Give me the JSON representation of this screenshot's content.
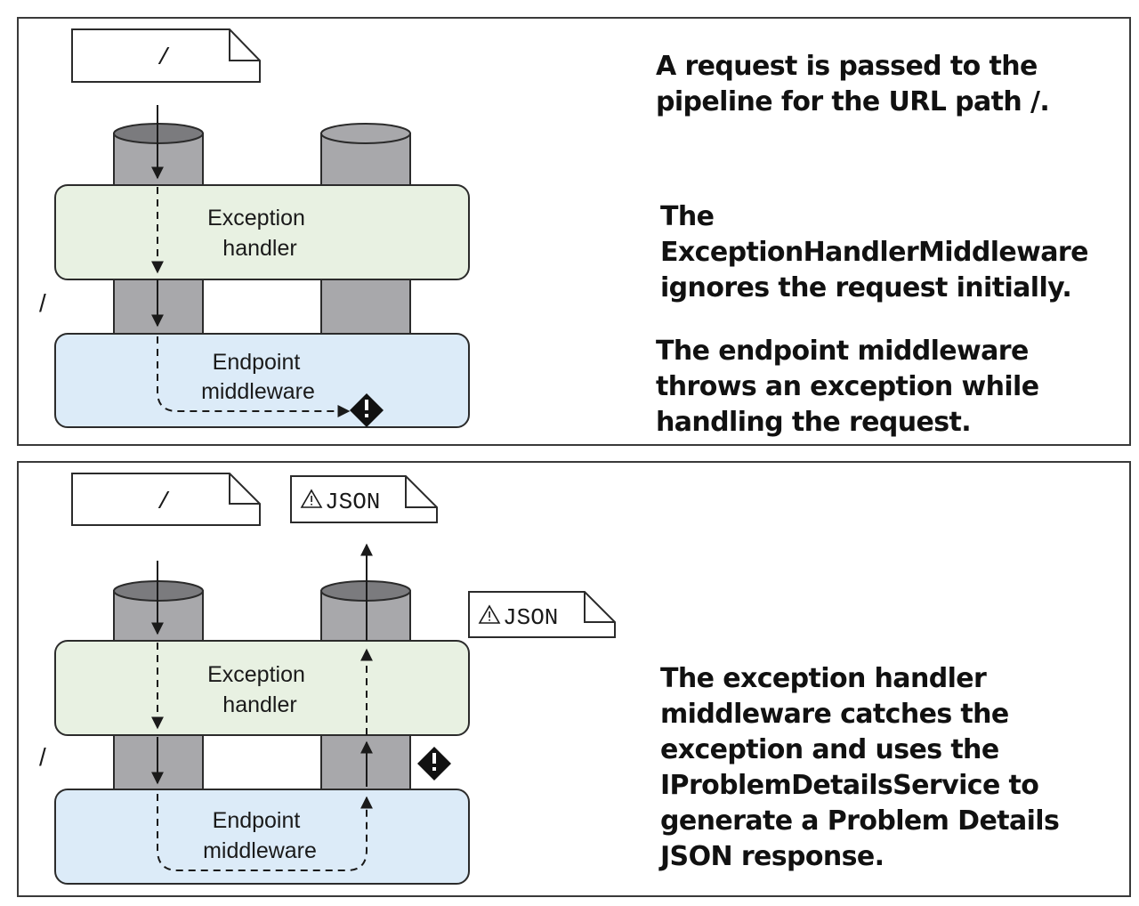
{
  "colors": {
    "exception_box": "#e8f1e2",
    "endpoint_box": "#dcebf8",
    "pipe_body": "#a8a8ab",
    "pipe_top": "#7b7b7e",
    "outline": "#2b2b2b"
  },
  "icons": {
    "exception_marker": "black-diamond-exclamation-icon",
    "json_warning": "warning-triangle-icon"
  },
  "top_panel": {
    "request_doc_label": "/",
    "side_slash": "/",
    "exception_box_line1": "Exception",
    "exception_box_line2": "handler",
    "endpoint_box_line1": "Endpoint",
    "endpoint_box_line2": "middleware",
    "callout_1": "A request is passed to the pipeline for the URL path /.",
    "callout_2": "The ExceptionHandlerMiddleware ignores the request initially.",
    "callout_3": "The endpoint middleware throws an exception while handling the request."
  },
  "bottom_panel": {
    "request_doc_label": "/",
    "json_doc_top_label": "JSON",
    "json_doc_side_label": "JSON",
    "side_slash": "/",
    "exception_box_line1": "Exception",
    "exception_box_line2": "handler",
    "endpoint_box_line1": "Endpoint",
    "endpoint_box_line2": "middleware",
    "callout": "The exception handler middleware catches the exception and uses the IProblemDetailsService to generate a Problem Details JSON response."
  }
}
